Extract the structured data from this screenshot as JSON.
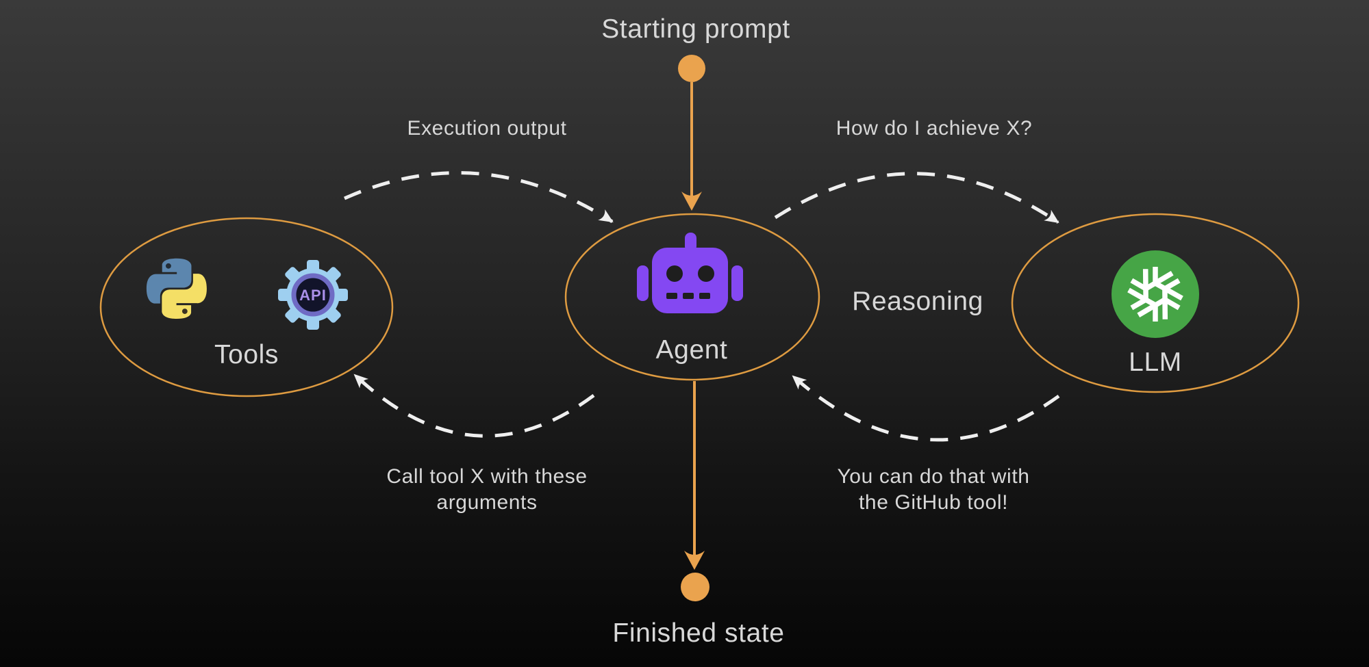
{
  "title": "Agent loop diagram",
  "colors": {
    "background_top": "#3a3a3a",
    "background_bottom": "#060606",
    "orange_accent": "#EAA34E",
    "ellipse_stroke": "#DE9B41",
    "arc_white": "#EFEFEF",
    "text_gray": "#D8D8D8",
    "robot_purple": "#8448F2",
    "openai_green": "#46A546",
    "gear_blue": "#9ECFF0",
    "gear_ring_purple": "#6F6BC4",
    "gear_center_dark": "#12142A",
    "api_text_purple": "#A98FE8",
    "python_blue": "#5C86AE",
    "python_yellow": "#F4DF66"
  },
  "flow": {
    "start_label": "Starting prompt",
    "finish_label": "Finished state"
  },
  "nodes": {
    "tools": {
      "label": "Tools"
    },
    "agent": {
      "label": "Agent"
    },
    "llm": {
      "label": "LLM"
    }
  },
  "messages": {
    "execution_output": "Execution output",
    "how_achieve": "How do I achieve X?",
    "reasoning": "Reasoning",
    "call_tool": "Call tool X with these\narguments",
    "llm_answer": "You can do that with\nthe GitHub tool!"
  },
  "icons": {
    "python_icon": "python-logo",
    "api_icon_label": "API",
    "robot_icon": "robot",
    "openai_icon": "openai-logo"
  }
}
